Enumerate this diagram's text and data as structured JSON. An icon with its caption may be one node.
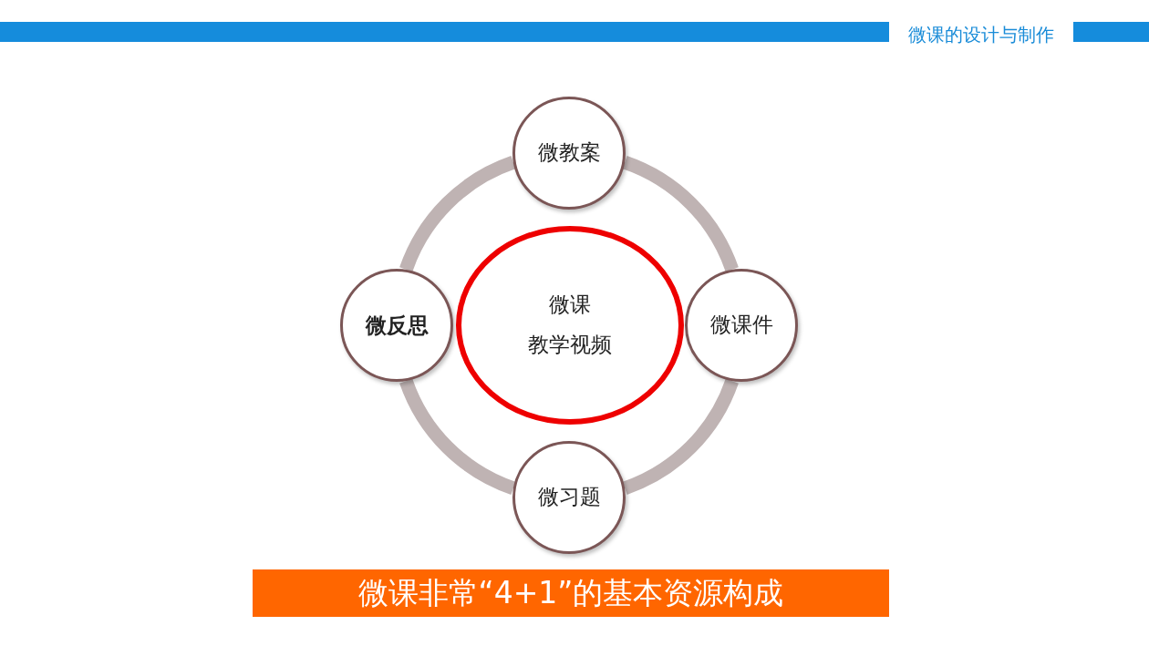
{
  "diagram": {
    "title": "微课的设计与制作",
    "caption": "微课非常“4+1”的基本资源构成",
    "nodes": [
      {
        "text": [
          "微教案"
        ]
      },
      {
        "text": [
          "微反思"
        ]
      },
      {
        "text": [
          "微课",
          "教学视频"
        ]
      },
      {
        "text": [
          "微课件"
        ]
      },
      {
        "text": [
          "微习题"
        ]
      }
    ],
    "edges": [
      {
        "from": 0,
        "to": 3,
        "arrow": "none"
      },
      {
        "from": 3,
        "to": 4,
        "arrow": "none"
      },
      {
        "from": 4,
        "to": 1,
        "arrow": "none"
      },
      {
        "from": 1,
        "to": 0,
        "arrow": "none"
      }
    ]
  }
}
